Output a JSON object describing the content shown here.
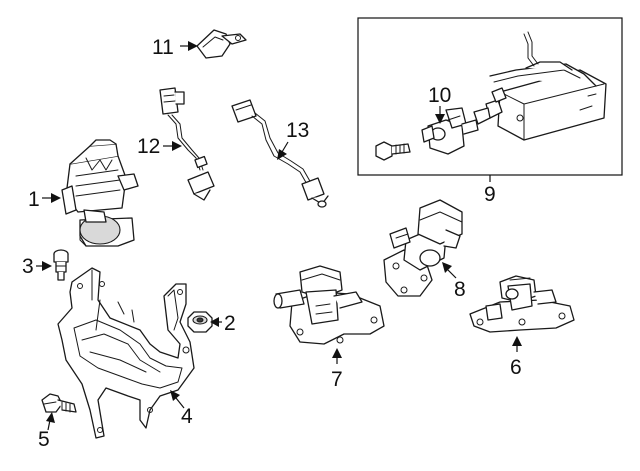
{
  "callouts": {
    "c1": "1",
    "c2": "2",
    "c3": "3",
    "c4": "4",
    "c5": "5",
    "c6": "6",
    "c7": "7",
    "c8": "8",
    "c9": "9",
    "c10": "10",
    "c11": "11",
    "c12": "12",
    "c13": "13"
  },
  "colors": {
    "line": "#1a1a1a",
    "background": "#ffffff",
    "shade": "#d9d9d9"
  }
}
